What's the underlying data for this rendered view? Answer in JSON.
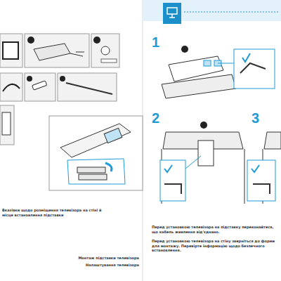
{
  "diagram": {
    "labels": [
      "1",
      "2",
      "3",
      "Вказівки щодо розміщення телевізора на стіні й місце встановлення підставки",
      "Монтаж підставки телевізора",
      "Налаштування телевізора",
      "Перед установкою телевізора на підставку переконайтеся, що кабель живлення від'єднано.",
      "Перед установкою телевізора на стіну зверніться до форми для монтажу. Перевірте інформацію щодо безпечного встановлення."
    ]
  }
}
